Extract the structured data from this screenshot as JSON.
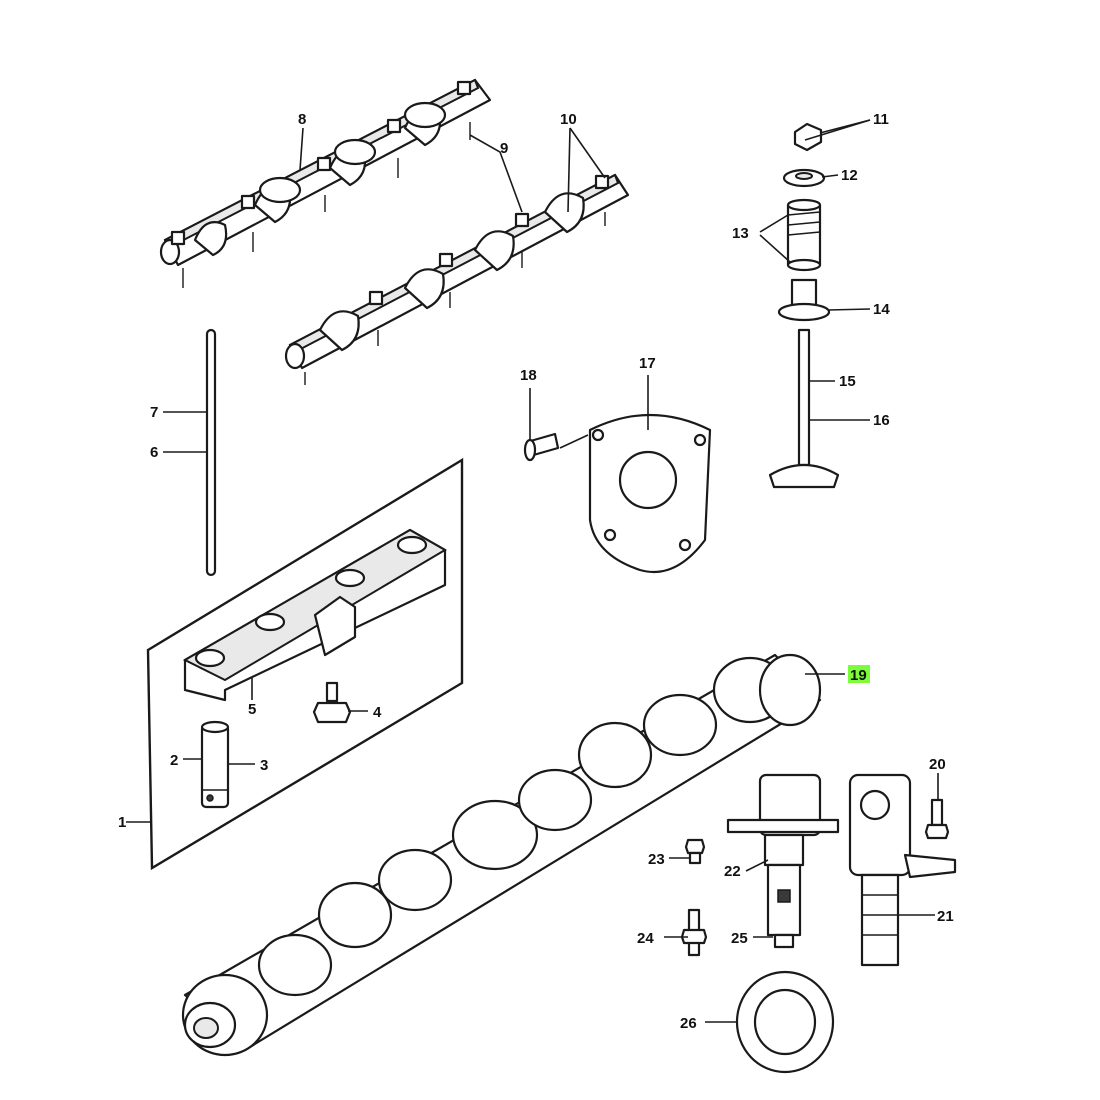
{
  "highlight_color": "#7CFC3A",
  "labels": {
    "p1": "1",
    "p2": "2",
    "p3": "3",
    "p4": "4",
    "p5": "5",
    "p6": "6",
    "p7": "7",
    "p8": "8",
    "p9": "9",
    "p10": "10",
    "p11": "11",
    "p12": "12",
    "p13": "13",
    "p14": "14",
    "p15": "15",
    "p16": "16",
    "p17": "17",
    "p18": "18",
    "p19": "19",
    "p20": "20",
    "p21": "21",
    "p22": "22",
    "p23": "23",
    "p24": "24",
    "p25": "25",
    "p26": "26"
  },
  "highlighted": "19"
}
